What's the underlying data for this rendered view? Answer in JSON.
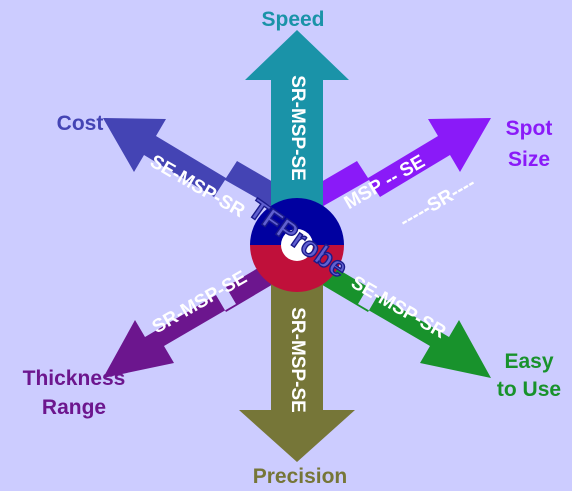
{
  "hub": {
    "logo_text": "TFProbe",
    "colors": {
      "top": "#0000A0",
      "bottom": "#C0103A",
      "logo_fill": "#6060D0"
    }
  },
  "arrows": [
    {
      "id": "speed",
      "label": "Speed",
      "methods": "SR-MSP-SE",
      "color": "#1A93A8"
    },
    {
      "id": "spot-size",
      "label_lines": [
        "Spot",
        "Size"
      ],
      "methods_lines": [
        "MSP -- SE",
        "-----SR----"
      ],
      "color": "#8A1AF8"
    },
    {
      "id": "easy-to-use",
      "label_lines": [
        "Easy",
        "to Use"
      ],
      "methods": "SE-MSP-SR",
      "color": "#18922C"
    },
    {
      "id": "precision",
      "label": "Precision",
      "methods": "SR-MSP-SE",
      "color": "#767638"
    },
    {
      "id": "thickness-range",
      "label_lines": [
        "Thickness",
        "Range"
      ],
      "methods": "SR-MSP-SE",
      "color": "#6C168E"
    },
    {
      "id": "cost",
      "label": "Cost",
      "methods": "SE-MSP-SR",
      "color": "#4444B4"
    }
  ]
}
